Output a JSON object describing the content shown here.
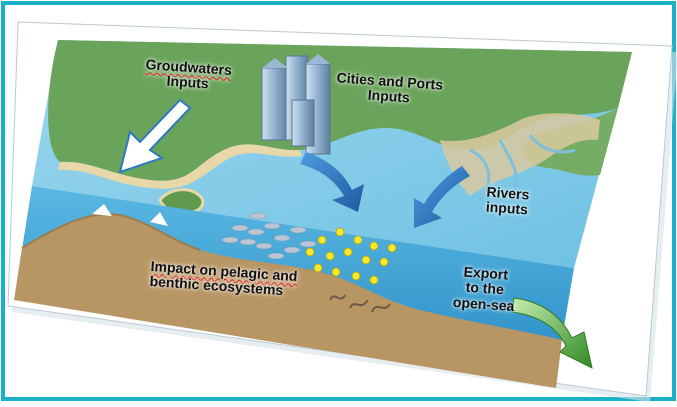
{
  "labels": {
    "groundwater": {
      "line1": "Groudwaters",
      "line2": "Inputs"
    },
    "cities": {
      "line1": "Cities and Ports",
      "line2": "Inputs"
    },
    "rivers": {
      "line1": "Rivers",
      "line2": "inputs"
    },
    "impact": {
      "line1": "Impact on pelagic and",
      "line2": "benthic ecosystems"
    },
    "export": {
      "line1": "Export",
      "line2": "to the",
      "line3": "open-sea"
    }
  },
  "colors": {
    "frame": "#1ab0c8",
    "land": "#6aa35a",
    "sea_surface": "#7fcbe6",
    "sea_side": "#3fa8d8",
    "sediment": "#b89664",
    "sand": "#e8d8a8",
    "arrow_blue": "#2e79c2",
    "arrow_green": "#3f9a2e",
    "particle": "#f4e830",
    "fish": "#b8c6d6"
  }
}
